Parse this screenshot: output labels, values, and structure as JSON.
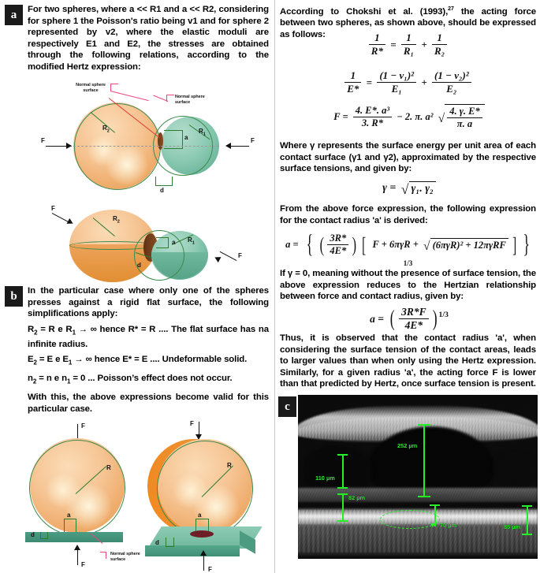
{
  "panels": {
    "a": {
      "letter": "a"
    },
    "b": {
      "letter": "b"
    },
    "c": {
      "letter": "c"
    }
  },
  "panel_a_text": {
    "paragraph": "For two spheres, where a << R1 and a << R2, considering for sphere 1 the Poisson's ratio being v1 and for sphere 2 represented by v2, where the elastic moduli are respectively E1 and E2, the stresses are obtained through the following relations, according to the modified Hertz expression:"
  },
  "panel_a_figure": {
    "labels": {
      "normal_surface_left": "Normal sphere surface",
      "normal_surface_right": "Normal sphere surface",
      "R2": "R",
      "R2_sub": "2",
      "R1": "R",
      "R1_sub": "1",
      "a": "a",
      "d": "d",
      "F_left": "F",
      "F_right": "F"
    },
    "cutaway_labels": {
      "R2": "R",
      "R2_sub": "2",
      "R1": "R",
      "R1_sub": "1",
      "a": "a",
      "d": "d",
      "F_upper": "F",
      "F_lower": "F"
    }
  },
  "panel_b_text": {
    "intro": "In the particular case where only one of the spheres presses against a rigid flat surface, the following simplifications apply:",
    "line1": "R2 = R e R1 → ∞ hence R* = R .... The flat surface has na infinite radius.",
    "line2": "E2 = E e E1 → ∞ hence E* = E .... Undeformable solid.",
    "line3": "n2 = n e n1 = 0 ... Poisson’s effect does not occur.",
    "closing": "With this, the above expressions become valid for this particular case."
  },
  "panel_b_figure": {
    "left": {
      "F_top": "F",
      "F_bottom": "F",
      "R": "R",
      "a": "a",
      "d": "d",
      "normal_surface": "Normal sphere surface"
    },
    "right": {
      "F_top": "F",
      "F_bottom": "F",
      "R": "R",
      "a": "a",
      "d": "d",
      "normal_surface": "Normal sphere surface"
    }
  },
  "right_column": {
    "intro_pre": "According to Chokshi et al. (1993),",
    "intro_sup": "27",
    "intro_post": " the acting force between two spheres, as shown above, should be expressed as follows:",
    "gamma_text": "Where γ represents the surface energy per unit area of each contact surface (γ1 and γ2), approximated by the respective surface tensions, and given by:",
    "derive_text": "From the above force expression, the following expression for the contact radius 'a' is derived:",
    "hertz_text": "If γ = 0, meaning without the presence of surface tension, the above expression reduces to the Hertzian relationship between force and contact radius, given by:",
    "conclusion": "Thus, it is observed that the contact radius 'a', when considering the surface tension of the contact areas, leads to larger values than when only using the Hertz expression. Similarly, for a given radius 'a', the acting force F is lower than that predicted by Hertz, once surface tension is present."
  },
  "equations": {
    "eq1": {
      "lhs_num": "1",
      "lhs_den": "R*",
      "r1_num": "1",
      "r1_den": "R₁",
      "r2_num": "1",
      "r2_den": "R₂"
    },
    "eq2": {
      "lhs_num": "1",
      "lhs_den": "E*",
      "t1_num": "(1 − ν₁)²",
      "t1_den": "E₁",
      "t2_num": "(1 − ν₂)²",
      "t2_den": "E₂"
    },
    "eq3": {
      "lhs": "F =",
      "f1_num": "4. E*. a³",
      "f1_den": "3. R*",
      "mid": "− 2. π. a²",
      "rad_num": "4. γ. E*",
      "rad_den": "π. a"
    },
    "eq4": {
      "lhs": "γ =",
      "radicand": "γ₁. γ₂"
    },
    "eq5": {
      "lhs": "a =",
      "frac_num": "3R*",
      "frac_den": "4E*",
      "bracket": "F + 6πγR +",
      "sqrt": "(6πγR)² + 12πγRF",
      "exp": "1/3"
    },
    "eq6": {
      "lhs": "a =",
      "num": "3R*F",
      "den": "4E*",
      "exp": "1/3"
    }
  },
  "oct": {
    "measurements": [
      {
        "value": "252 µm"
      },
      {
        "value": "110 µm"
      },
      {
        "value": "82 µm"
      },
      {
        "value": "70 µm"
      },
      {
        "value": "85 µm"
      }
    ],
    "annotation_color": "#25ef25"
  }
}
